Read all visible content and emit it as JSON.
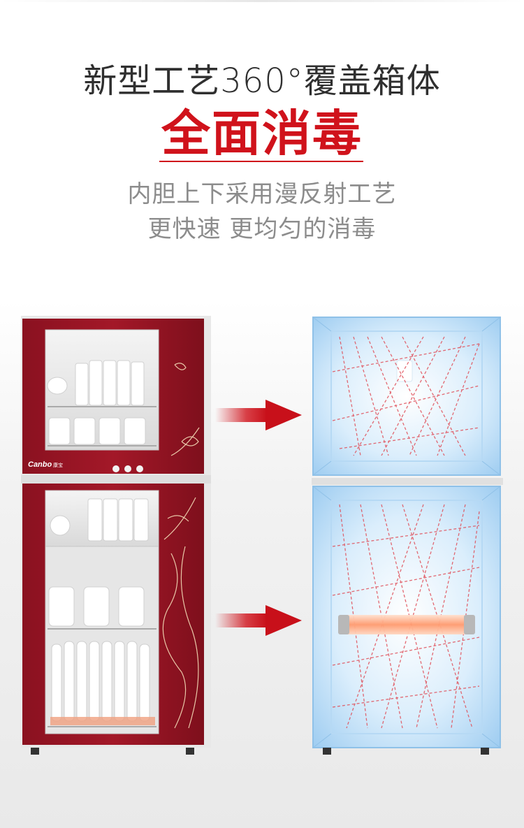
{
  "header": {
    "title": "新型工艺360°覆盖箱体",
    "headline": "全面消毒",
    "desc_line1": "内胆上下采用漫反射工艺",
    "desc_line2": "更快速 更均匀的消毒"
  },
  "cabinet": {
    "brand": "Canbo",
    "brand_cn": "康宝"
  },
  "colors": {
    "accent": "#d0121b",
    "cabinet_red": "#8e1320",
    "glow_blue": "#bfe0f8"
  },
  "icons": [
    "arrow-right-icon",
    "uv-lamp-icon",
    "heater-tube-icon"
  ]
}
